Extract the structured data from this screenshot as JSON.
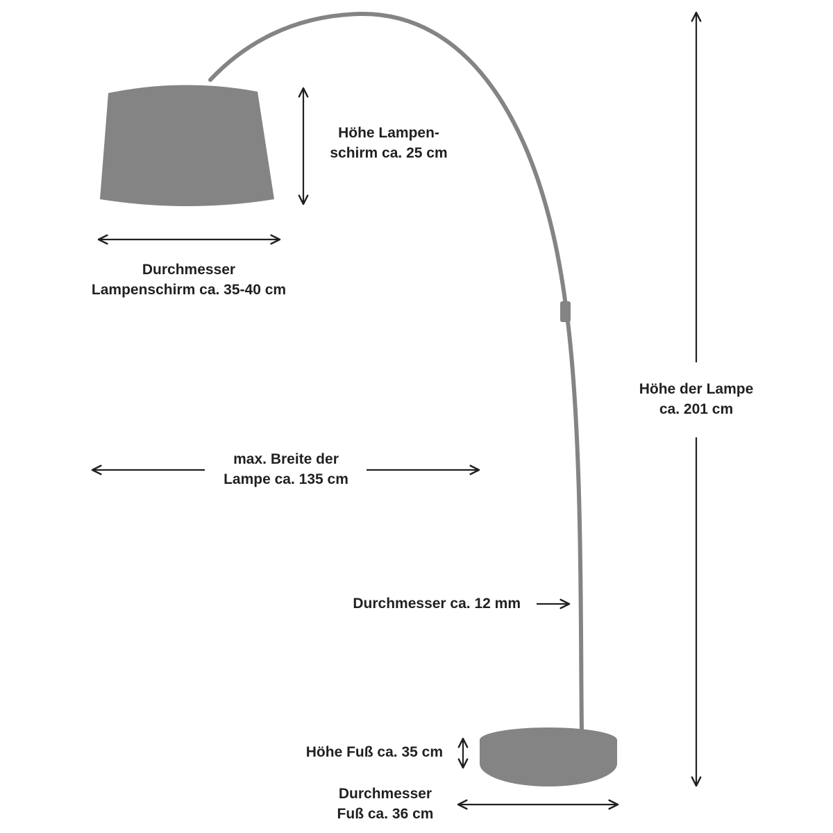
{
  "colors": {
    "lamp_fill": "#848484",
    "arrow": "#231f20",
    "text": "#231f20",
    "background": "#ffffff"
  },
  "labels": {
    "shade_height": [
      "Höhe Lampen-",
      "schirm ca. 25 cm"
    ],
    "shade_diameter": [
      "Durchmesser",
      "Lampenschirm ca. 35-40 cm"
    ],
    "lamp_height": [
      "Höhe der Lampe",
      "ca. 201 cm"
    ],
    "max_width": [
      "max. Breite der",
      "Lampe ca. 135 cm"
    ],
    "rod_diameter": "Durchmesser ca. 12 mm",
    "foot_height": "Höhe Fuß ca. 35 cm",
    "foot_diameter": [
      "Durchmesser",
      "Fuß ca. 36 cm"
    ]
  }
}
